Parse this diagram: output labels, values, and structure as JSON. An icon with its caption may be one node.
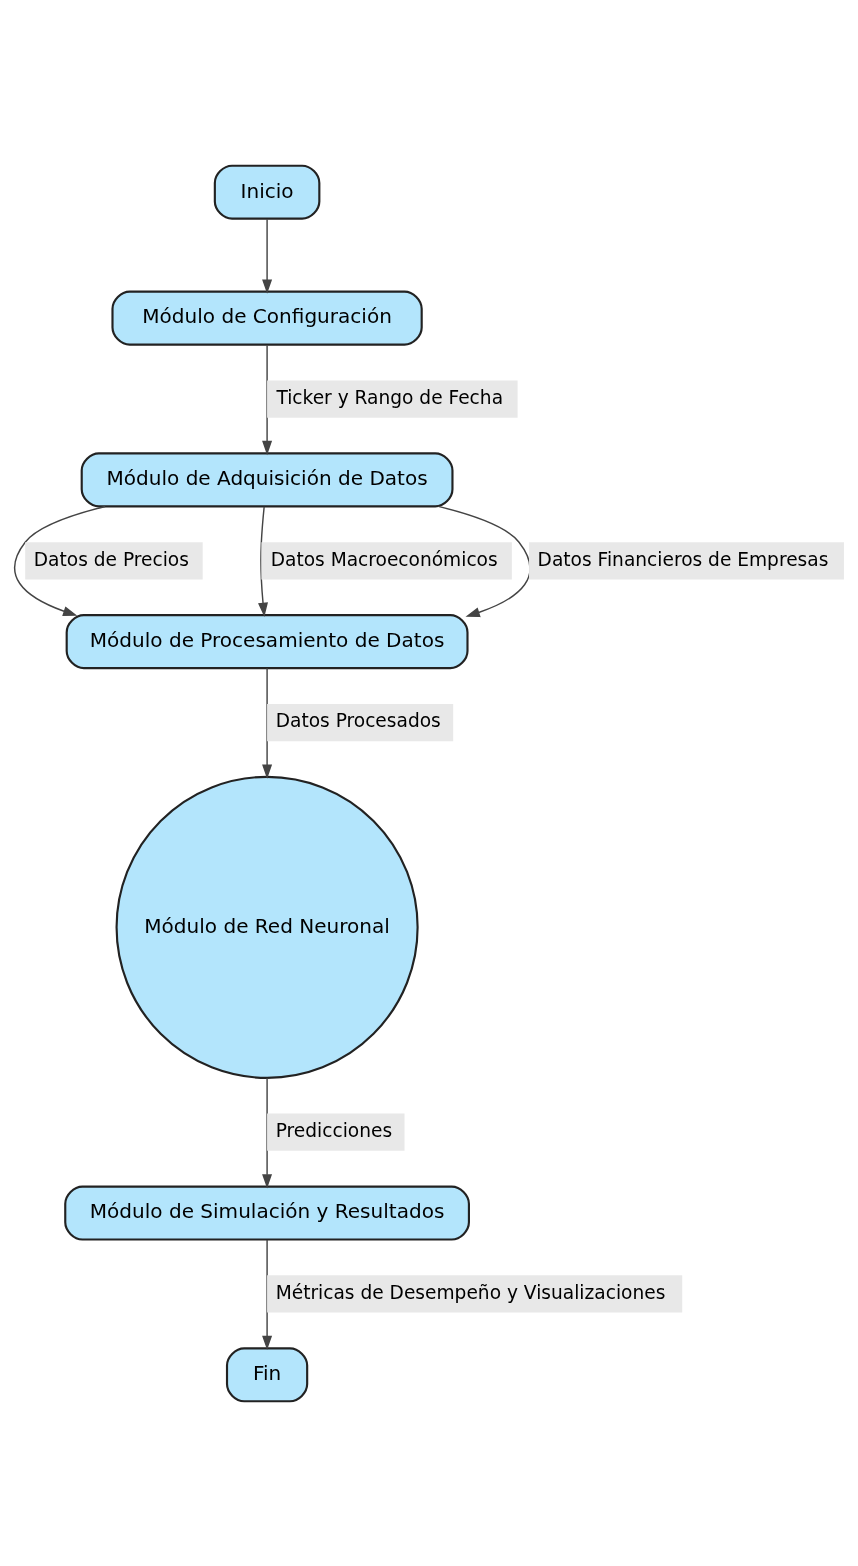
{
  "diagram": {
    "nodes": [
      {
        "text": [
          "Inicio"
        ]
      },
      {
        "text": [
          "Módulo de Configuración"
        ]
      },
      {
        "text": [
          "Módulo de Adquisición de Datos"
        ]
      },
      {
        "text": [
          "Módulo de Procesamiento de Datos"
        ]
      },
      {
        "text": [
          "Módulo de Red Neuronal"
        ]
      },
      {
        "text": [
          "Módulo de Simulación y Resultados"
        ]
      },
      {
        "text": [
          "Fin"
        ]
      }
    ],
    "edges": [
      {
        "from": 0,
        "to": 1,
        "arrow": "to"
      },
      {
        "from": 1,
        "to": 2,
        "arrow": "to",
        "label": "Ticker y Rango de Fecha"
      },
      {
        "from": 2,
        "to": 3,
        "arrow": "to",
        "label": "Datos de Precios"
      },
      {
        "from": 2,
        "to": 3,
        "arrow": "to",
        "label": "Datos Macroeconómicos"
      },
      {
        "from": 2,
        "to": 3,
        "arrow": "to",
        "label": "Datos Financieros de Empresas"
      },
      {
        "from": 3,
        "to": 4,
        "arrow": "to",
        "label": "Datos Procesados"
      },
      {
        "from": 4,
        "to": 5,
        "arrow": "to",
        "label": "Predicciones"
      },
      {
        "from": 5,
        "to": 6,
        "arrow": "to",
        "label": "Métricas de Desempeño y Visualizaciones"
      }
    ]
  }
}
